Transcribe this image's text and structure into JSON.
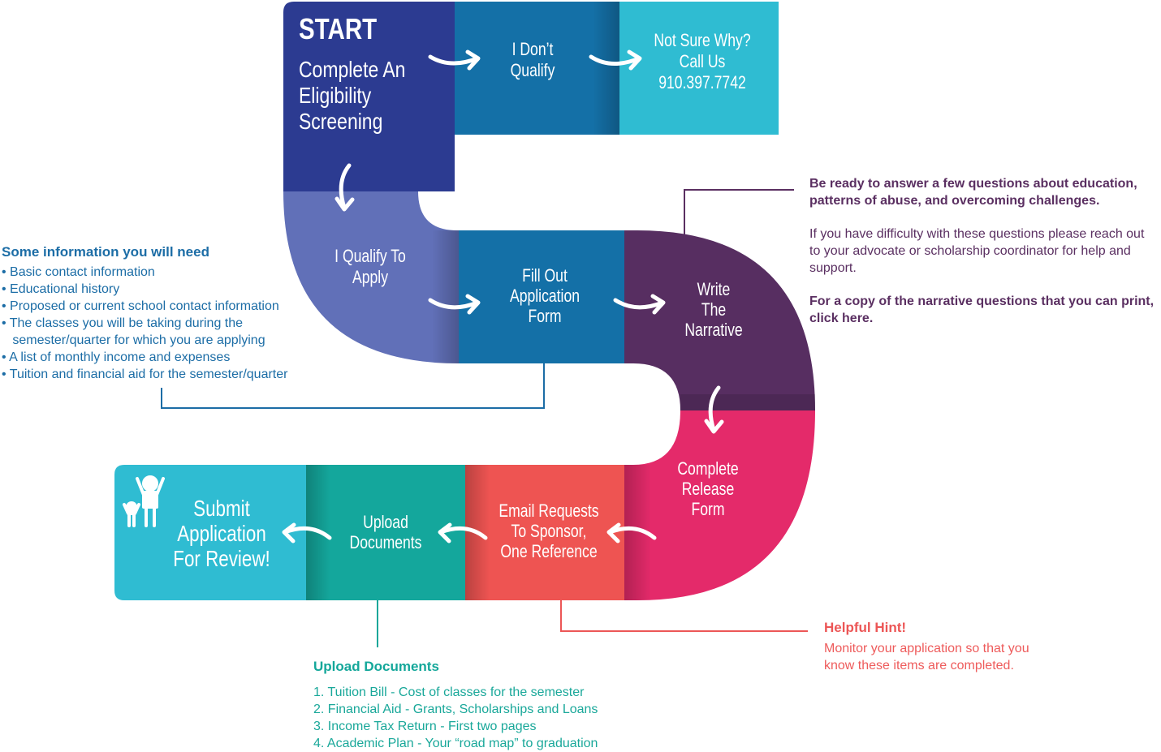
{
  "colors": {
    "navy": "#2c3b91",
    "blue": "#1470a7",
    "cyan": "#2fbcd2",
    "lavender": "#6170b8",
    "purple": "#572e61",
    "pink": "#e42a6a",
    "coral": "#ee5452",
    "teal": "#14a79c",
    "info_text": "#1c6da6",
    "narrative_text": "#5a2f61",
    "upload_text": "#14a79a",
    "hint_text": "#ec5656"
  },
  "steps": {
    "start": {
      "title": "START",
      "lines": [
        "Complete An",
        "Eligibility",
        "Screening"
      ]
    },
    "dont_qualify": {
      "lines": [
        "I Don’t",
        "Qualify"
      ]
    },
    "not_sure": {
      "lines": [
        "Not Sure Why?",
        "Call Us",
        "910.397.7742"
      ]
    },
    "qualify": {
      "lines": [
        "I Qualify To",
        "Apply"
      ]
    },
    "fill_out": {
      "lines": [
        "Fill Out",
        "Application",
        "Form"
      ]
    },
    "narrative": {
      "lines": [
        "Write",
        "The",
        "Narrative"
      ]
    },
    "release": {
      "lines": [
        "Complete",
        "Release",
        "Form"
      ]
    },
    "email": {
      "lines": [
        "Email Requests",
        "To Sponsor,",
        "One Reference"
      ]
    },
    "upload": {
      "lines": [
        "Upload",
        "Documents"
      ]
    },
    "submit": {
      "lines": [
        "Submit",
        "Application",
        "For Review!"
      ]
    }
  },
  "icons": {
    "arrow": "curved-arrow-icon",
    "person": "person-cheering-icon"
  },
  "info_note": {
    "heading": "Some information you will need",
    "items": [
      "• Basic contact information",
      "• Educational history",
      "• Proposed or current school contact information",
      "• The classes you will be taking during the",
      "   semester/quarter for which you are applying",
      "• A list of monthly income and expenses",
      "• Tuition and financial aid for the semester/quarter"
    ]
  },
  "narrative_note": {
    "bold_intro": "Be ready to answer a few questions about education, patterns of abuse, and overcoming challenges.",
    "body": "If you have difficulty with these questions please reach out to your advocate or scholarship coordinator for help and support.",
    "bold_link": "For a copy of the narrative questions that you can print, click here."
  },
  "upload_note": {
    "heading": "Upload Documents",
    "items": [
      "1. Tuition Bill - Cost of classes for the semester",
      "2. Financial Aid - Grants, Scholarships and Loans",
      "3. Income Tax Return - First two pages",
      "4. Academic Plan - Your “road map” to graduation"
    ]
  },
  "hint_note": {
    "heading": "Helpful Hint!",
    "lines": [
      "Monitor your application so that you",
      "know these items are completed."
    ]
  }
}
